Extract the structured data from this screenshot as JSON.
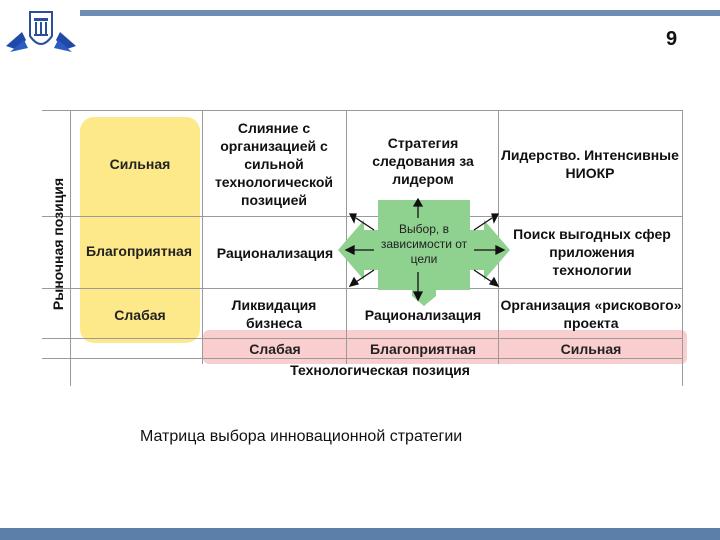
{
  "page_number": "9",
  "matrix": {
    "y_axis_title": "Рыночная позиция",
    "x_axis_title": "Технологическая позиция",
    "rows": [
      "Сильная",
      "Благоприятная",
      "Слабая"
    ],
    "columns": [
      "Слабая",
      "Благоприятная",
      "Сильная"
    ],
    "cells": {
      "r1c1": "Слияние с организацией с сильной технологической позицией",
      "r1c2": "Стратегия следования за лидером",
      "r1c3": "Лидерство. Интенсивные НИОКР",
      "r2c1": "Рационализация",
      "r2c3": "Поиск выгодных сфер приложения технологии",
      "r3c1": "Ликвидация бизнеса",
      "r3c2": "Рационализация",
      "r3c3": "Организация «рискового» проекта"
    },
    "center_label": "Выбор, в зависимости от цели",
    "colors": {
      "highlight_rows": "#fde98a",
      "highlight_cols": "#f9c6c6",
      "arrows": "#8fd18f"
    }
  },
  "caption": "Матрица выбора инновационной стратегии"
}
